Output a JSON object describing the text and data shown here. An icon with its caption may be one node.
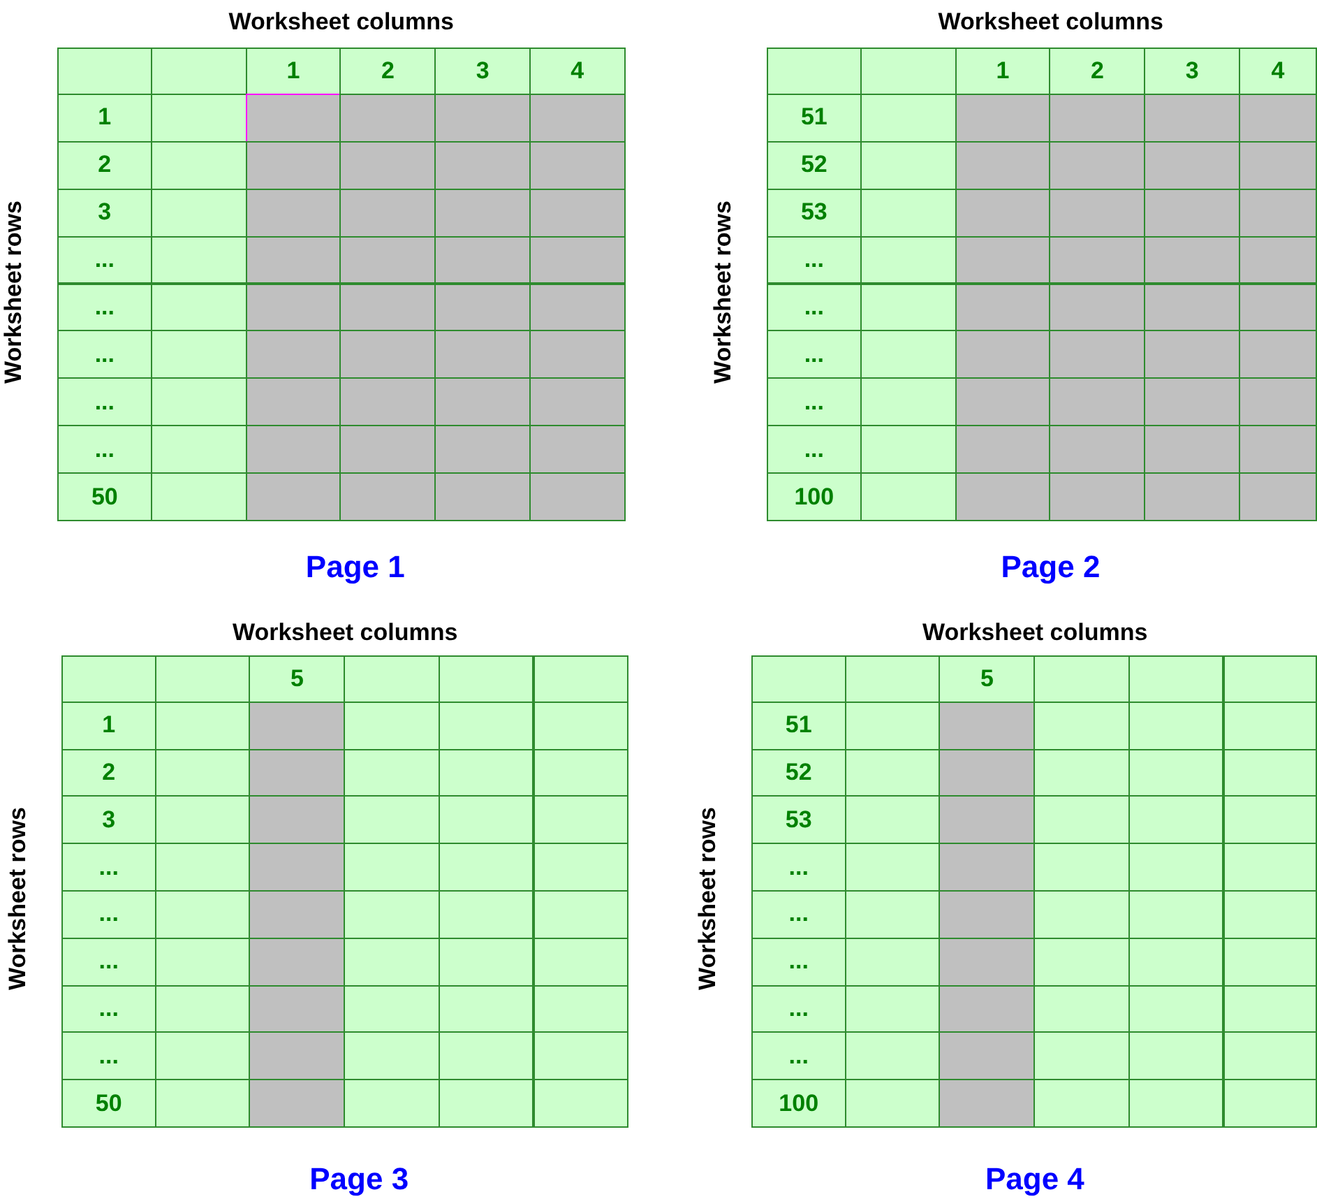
{
  "diagram": {
    "labels": [
      "Worksheet columns",
      "1",
      "2",
      "3",
      "4",
      "1",
      "2",
      "3",
      "...",
      "...",
      "...",
      "...",
      "...",
      "50",
      "Worksheet rows",
      "Page 1",
      "Worksheet columns",
      "1",
      "2",
      "3",
      "4",
      "51",
      "52",
      "53",
      "...",
      "...",
      "...",
      "...",
      "...",
      "100",
      "Worksheet rows",
      "Page 2",
      "Worksheet columns",
      "5",
      "1",
      "2",
      "3",
      "...",
      "...",
      "...",
      "...",
      "...",
      "50",
      "Worksheet rows",
      "Page 3",
      "Worksheet columns",
      "5",
      "51",
      "52",
      "53",
      "...",
      "...",
      "...",
      "...",
      "...",
      "100",
      "Worksheet rows",
      "Page 4"
    ]
  }
}
